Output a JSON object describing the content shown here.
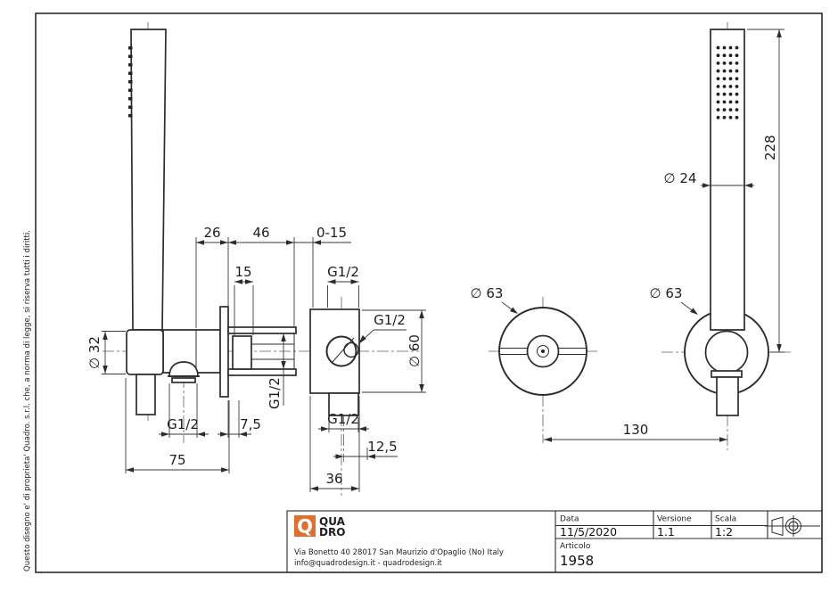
{
  "sheet": {
    "ownership_note": "Questo disegno e' di proprieta' Quadro. s.r.l. che, a norma di legge, si riserva tutti i diritti."
  },
  "side_view": {
    "dim_26": "26",
    "dim_46": "46",
    "dim_0_15": "0-15",
    "dim_15": "15",
    "thread_top": "G1/2",
    "thread_valve": "G1/2",
    "dia_60": "∅ 60",
    "dia_32": "∅ 32",
    "thread_inwall": "G1/2",
    "thread_outlet": "G1/2",
    "dim_7_5": "7,5",
    "dim_75": "75",
    "thread_bottom": "G1/2",
    "dim_12_5": "12,5",
    "dim_36": "36"
  },
  "front_view": {
    "dim_228": "228",
    "dia_24": "∅ 24",
    "dia_63_mixer": "∅ 63",
    "dia_63_holder": "∅ 63",
    "dim_130": "130"
  },
  "title_block": {
    "logo": {
      "initial": "Q",
      "word_top": "QUA",
      "word_bottom": "DRO",
      "brand_color": "#e26f2e"
    },
    "address_line_1": "Via Bonetto 40  28017 San Maurizio d'Opaglio (No) Italy",
    "address_line_2": "info@quadrodesign.it  -  quadrodesign.it",
    "data_label": "Data",
    "data_value": "11/5/2020",
    "versione_label": "Versione",
    "versione_value": "1.1",
    "scala_label": "Scala",
    "scala_value": "1:2",
    "articolo_label": "Articolo",
    "articolo_value": "1958"
  }
}
